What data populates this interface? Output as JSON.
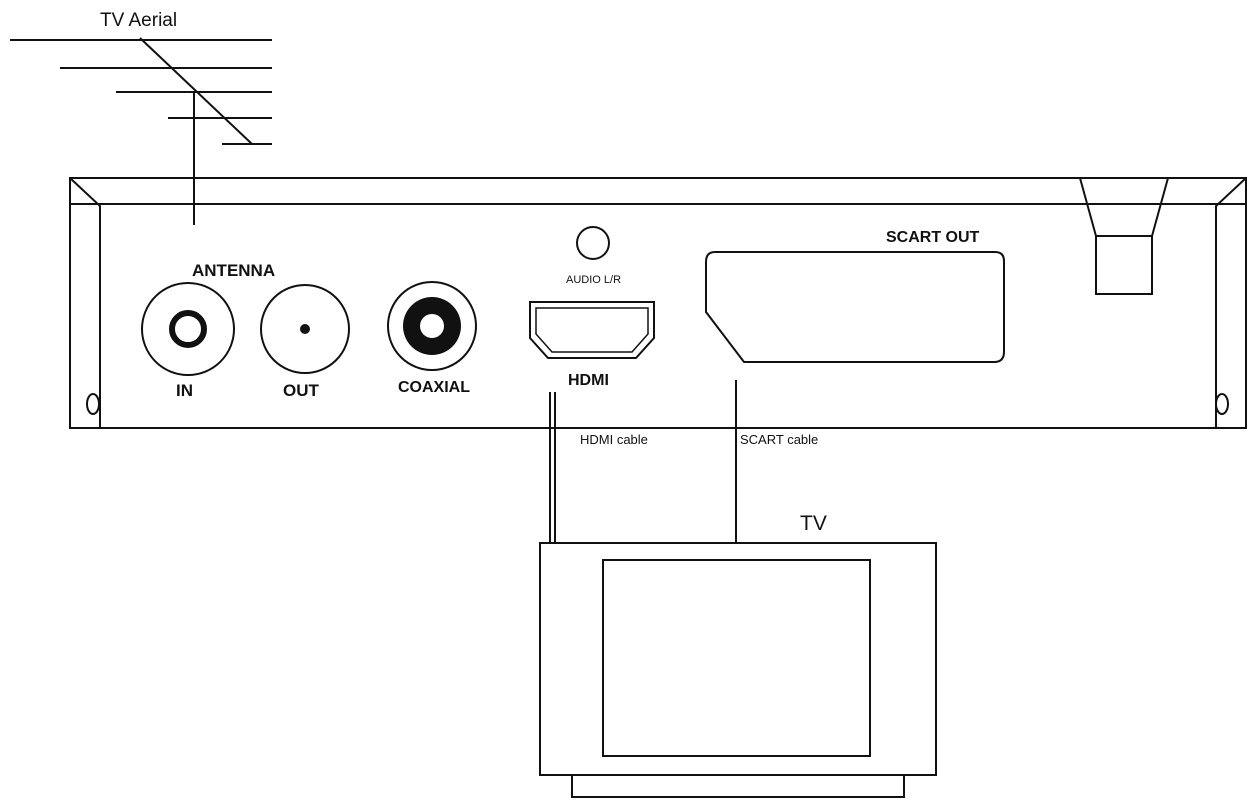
{
  "labels": {
    "aerial": "TV Aerial",
    "antenna": "ANTENNA",
    "in": "IN",
    "out": "OUT",
    "coaxial": "COAXIAL",
    "audio": "AUDIO L/R",
    "hdmi": "HDMI",
    "scart_out": "SCART OUT",
    "hdmi_cable": "HDMI cable",
    "scart_cable": "SCART cable",
    "tv": "TV"
  },
  "colors": {
    "line": "#111111",
    "background": "#ffffff"
  }
}
